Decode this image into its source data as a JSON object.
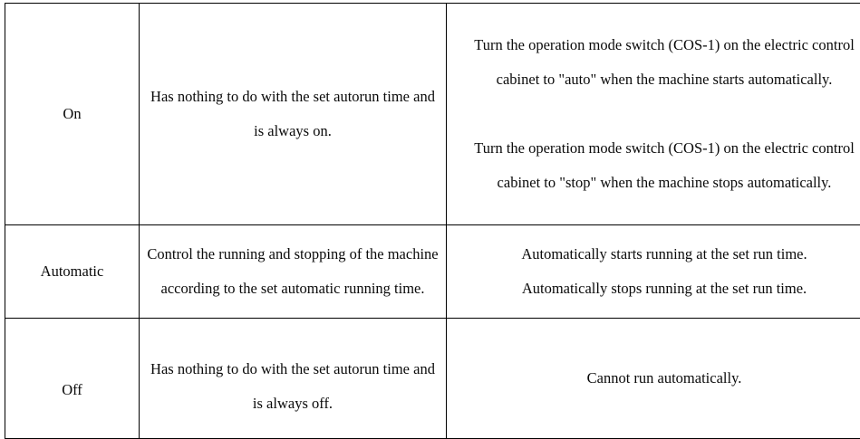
{
  "document": {
    "type": "specification-table",
    "background_color": "#ffffff",
    "text_color": "#0a0a0a",
    "border_color": "#000000"
  },
  "table": {
    "columns": 3,
    "rows": 3,
    "column_names": [
      "mode",
      "description",
      "action"
    ],
    "rows_data": [
      {
        "mode": "On",
        "description": "Has nothing to do with the set autorun time and is always on.",
        "action_paragraphs": [
          "Turn the operation mode switch (COS-1) on the electric control cabinet to \"auto\" when the machine starts automatically.",
          "Turn the operation mode switch (COS-1) on the electric control cabinet to \"stop\" when the machine stops automatically."
        ]
      },
      {
        "mode": "Automatic",
        "description": "Control the running and stopping of the machine according to the set automatic running time.",
        "action_paragraphs": [
          "Automatically starts running at the set run time.",
          "Automatically stops running at the set run time."
        ]
      },
      {
        "mode": "Off",
        "description": "Has nothing to do with the set autorun time and is always off.",
        "action_paragraphs": [
          "Cannot run automatically."
        ]
      }
    ]
  }
}
